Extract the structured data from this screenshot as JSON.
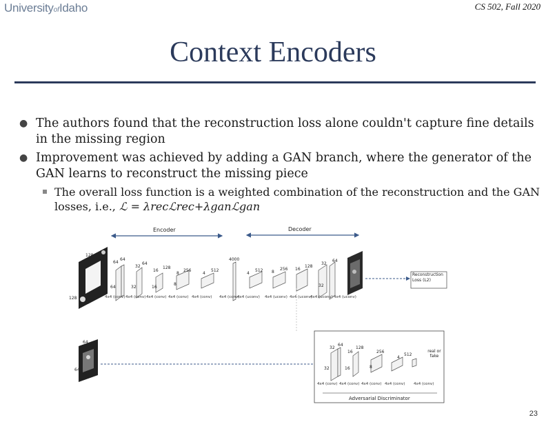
{
  "header": {
    "logo_university": "University",
    "logo_of": "of",
    "logo_idaho": "Idaho",
    "course": "CS 502, Fall 2020"
  },
  "slide": {
    "title": "Context Encoders",
    "bullets": [
      "The authors found that the reconstruction loss alone couldn't capture fine details in the missing region",
      "Improvement was achieved by adding a GAN branch, where the generator of the GAN learns to reconstruct the missing piece"
    ],
    "sub_bullet_prefix": "The overall loss function is a weighted combination of the reconstruction and the GAN losses, i.e., ",
    "formula": "ℒ = λrecℒrec+λganℒgan",
    "page_number": "23"
  },
  "diagram": {
    "encoder_label": "Encoder",
    "decoder_label": "Decoder",
    "recon_loss_label": "Reconstruction Loss (L2)",
    "discriminator_label": "Adversarial Discriminator",
    "real_fake_label": "real or fake",
    "encoder_dims": [
      "128",
      "64",
      "64",
      "32",
      "128",
      "16",
      "256",
      "8",
      "512",
      "4",
      "4000"
    ],
    "decoder_dims": [
      "512",
      "256",
      "128",
      "64",
      "64"
    ],
    "layer_ops": [
      "4x4 (conv)",
      "4x4 (conv)",
      "4x4 (conv)",
      "4x4 (conv)",
      "4x4 (conv)",
      "4x4 (conv)",
      "4x4 (uconv)",
      "4x4 (uconv)",
      "4x4 (uconv)",
      "4x4 (uconv)",
      "4x4 (uconv)"
    ],
    "disc_dims": [
      "64",
      "32",
      "128",
      "16",
      "256",
      "8",
      "512",
      "4"
    ],
    "disc_ops": [
      "4x4 (conv)",
      "4x4 (conv)",
      "4x4 (conv)",
      "4x4 (conv)",
      "4x4 (conv)"
    ]
  }
}
